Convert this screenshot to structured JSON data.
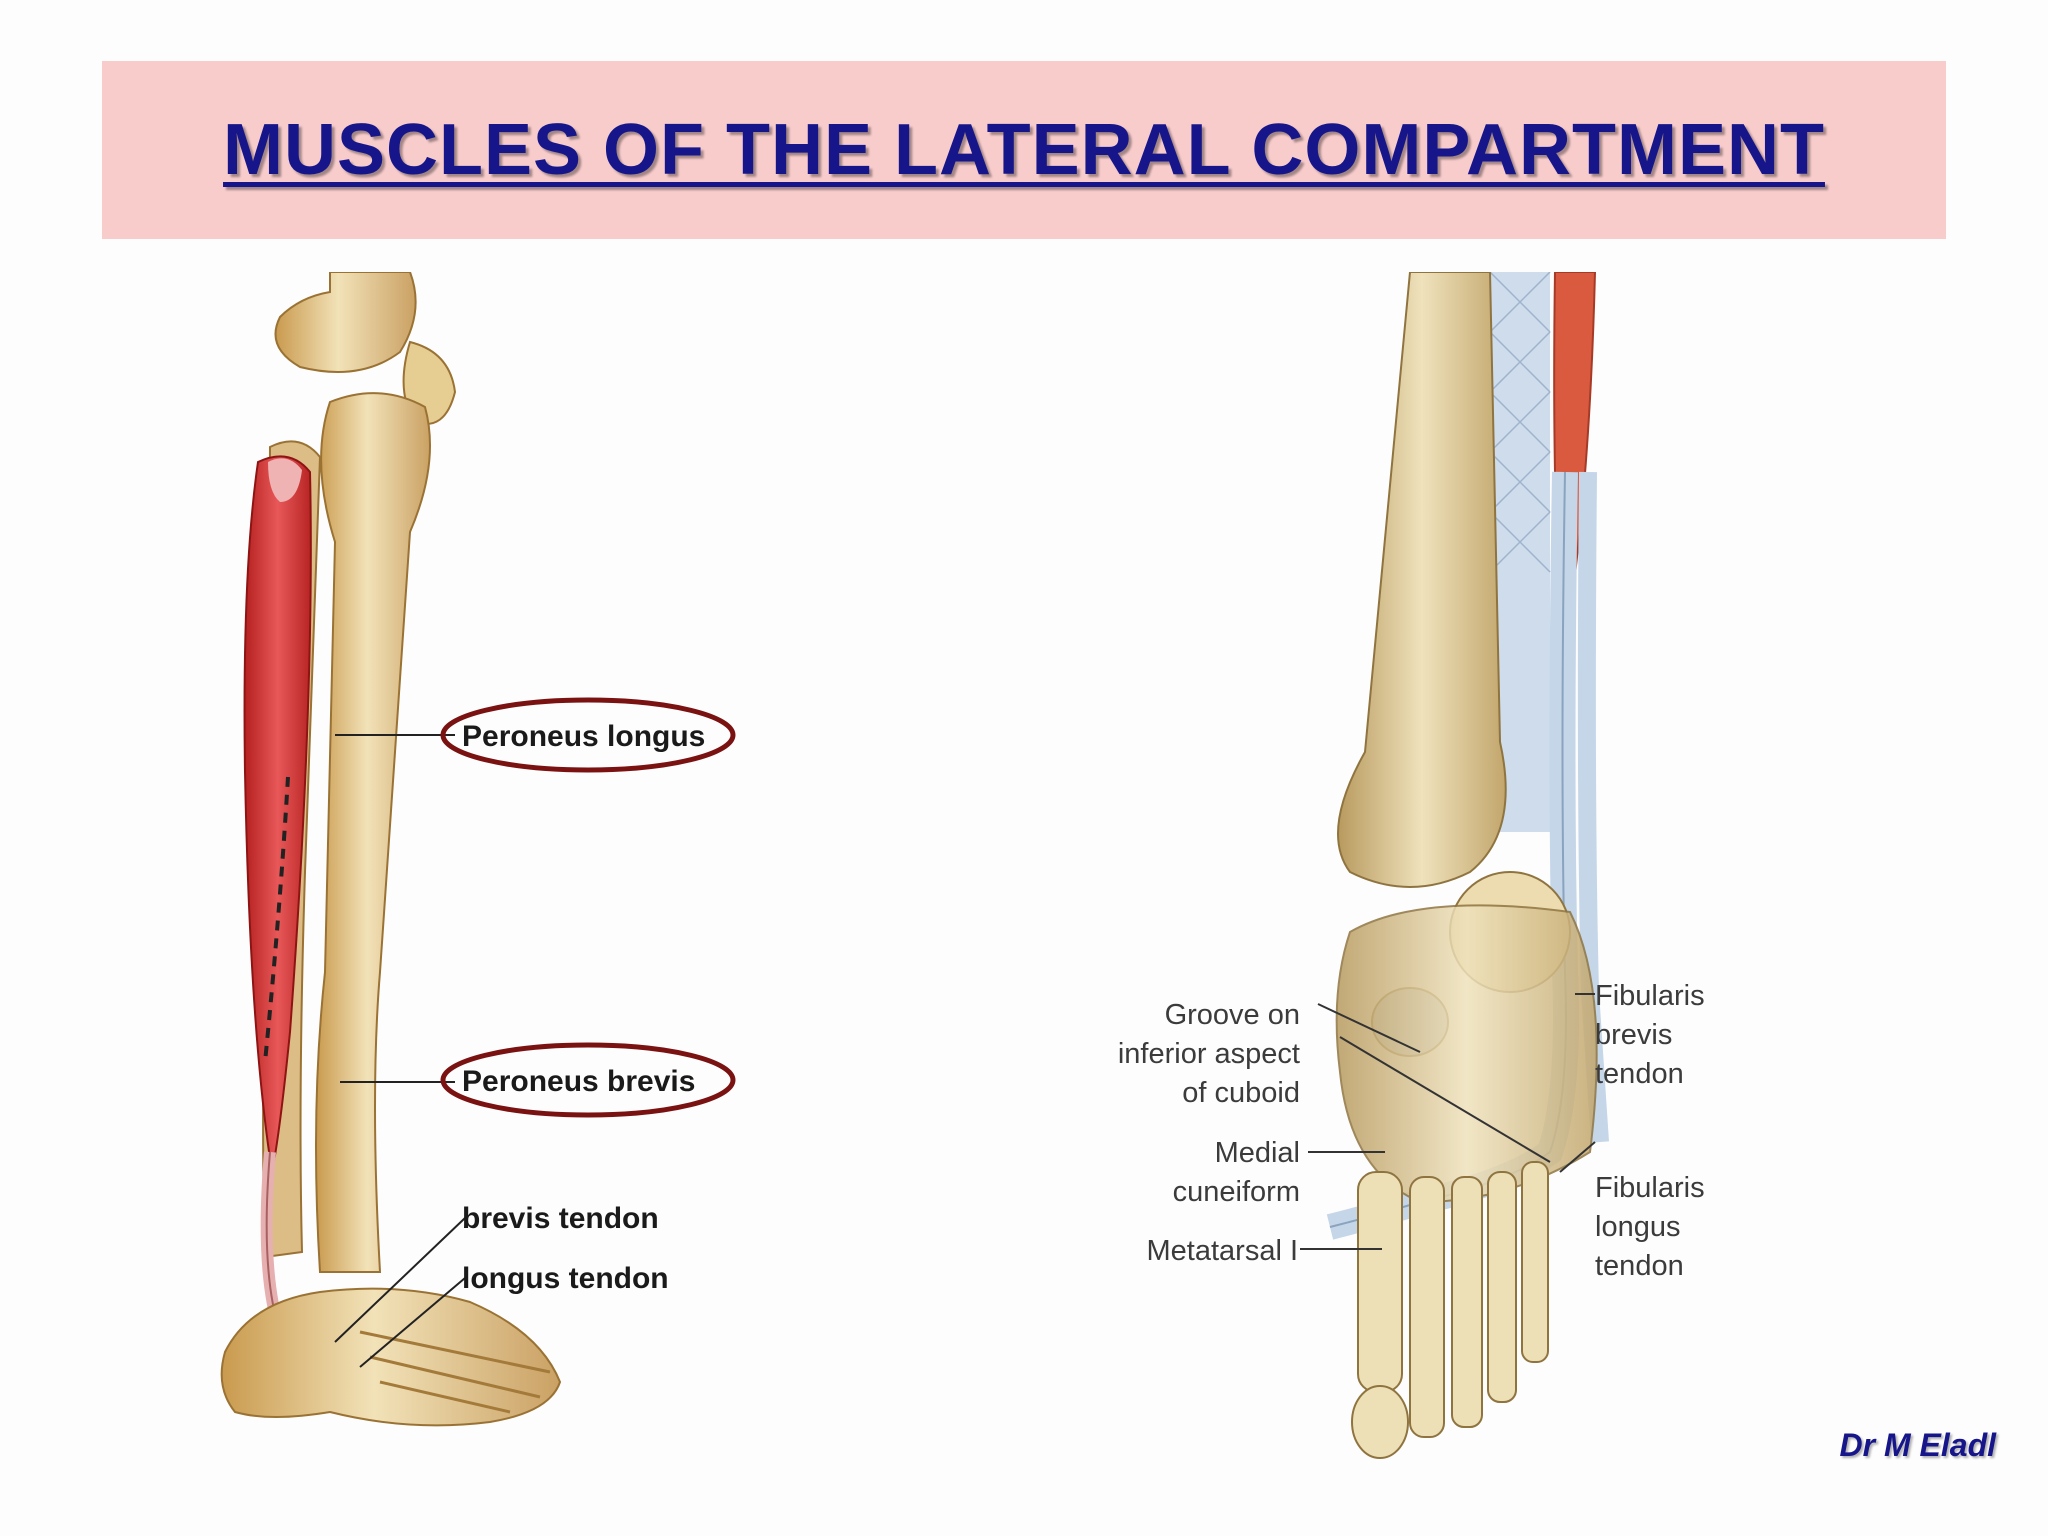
{
  "slide": {
    "title": "MUSCLES OF THE LATERAL COMPARTMENT",
    "author": "Dr M Eladl"
  },
  "left_figure": {
    "labels": {
      "peroneus_longus": "Peroneus longus",
      "peroneus_brevis": "Peroneus brevis",
      "brevis_tendon": "brevis tendon",
      "longus_tendon": "longus tendon"
    }
  },
  "right_figure": {
    "labels": {
      "groove_line1": "Groove on",
      "groove_line2": "inferior aspect",
      "groove_line3": "of cuboid",
      "medial_line1": "Medial",
      "medial_line2": "cuneiform",
      "metatarsal": "Metatarsal I",
      "fib_brevis_line1": "Fibularis",
      "fib_brevis_line2": "brevis",
      "fib_brevis_line3": "tendon",
      "fib_longus_line1": "Fibularis",
      "fib_longus_line2": "longus",
      "fib_longus_line3": "tendon"
    }
  },
  "colors": {
    "title_text": "#16168a",
    "title_banner": "#f9cccc",
    "bone": "#e8d3a2",
    "muscle": "#d63a3a",
    "tendon_blue": "#bfd3e6",
    "highlight_ring": "#7a1212"
  }
}
